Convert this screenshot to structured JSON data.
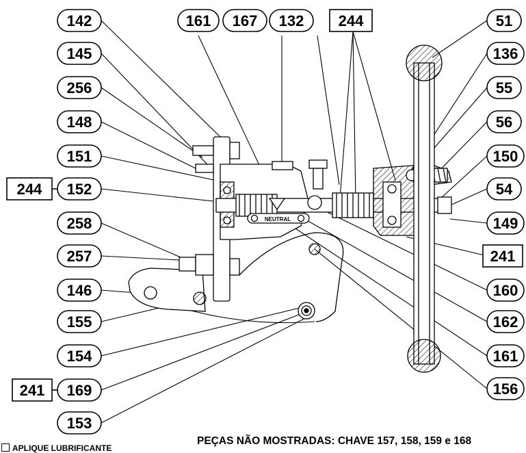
{
  "callouts": {
    "c142": "142",
    "c145": "145",
    "c256": "256",
    "c148": "148",
    "c151": "151",
    "c152": "152",
    "c258": "258",
    "c257": "257",
    "c146": "146",
    "c155": "155",
    "c154": "154",
    "c169": "169",
    "c153": "153",
    "c161a": "161",
    "c167": "167",
    "c132": "132",
    "c51": "51",
    "c136": "136",
    "c55": "55",
    "c56": "56",
    "c150": "150",
    "c54": "54",
    "c149": "149",
    "c160": "160",
    "c162": "162",
    "c161b": "161",
    "c156": "156"
  },
  "boxed": {
    "b244top": "244",
    "b244left": "244",
    "b241right": "241",
    "b241left": "241"
  },
  "neutral_label": "NEUTRAL",
  "notes": {
    "lubricant": "APLIQUE LUBRIFICANTE",
    "parts_not_shown": "PEÇAS NÃO MOSTRADAS: CHAVE 157, 158, 159 e 168"
  }
}
